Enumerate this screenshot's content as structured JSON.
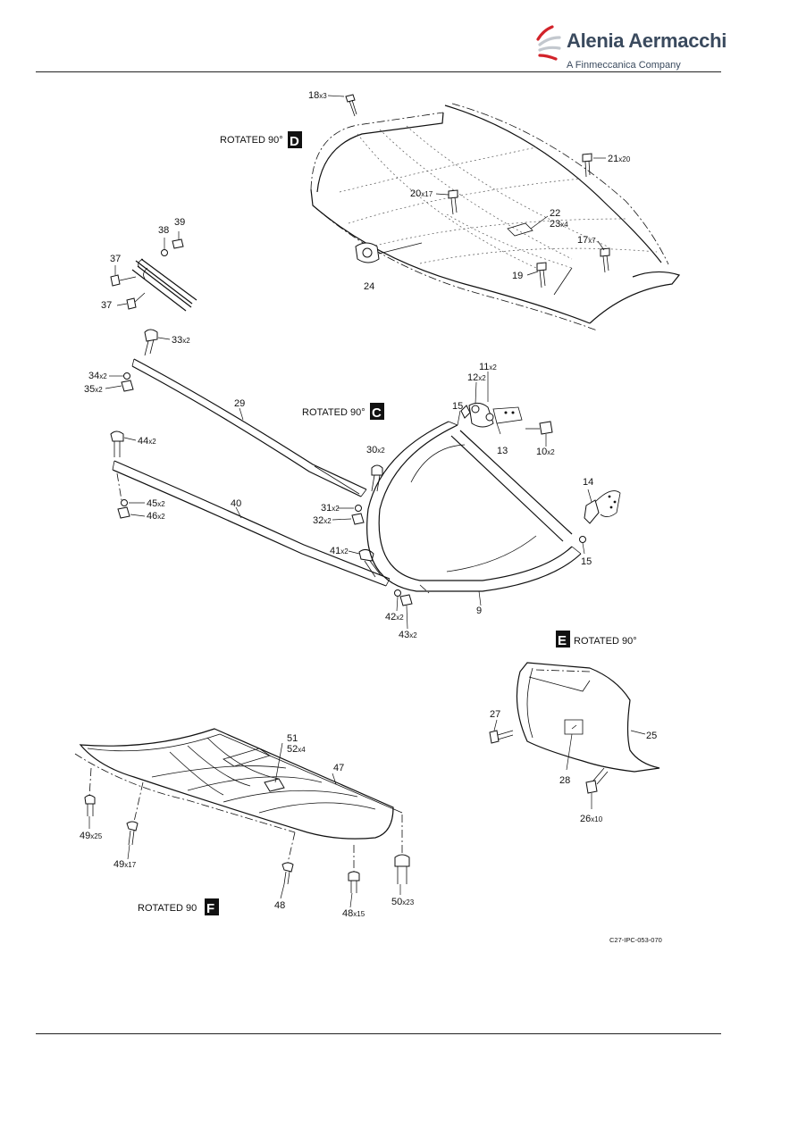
{
  "header": {
    "brand_name": "Alenia Aermacchi",
    "brand_subtitle": "A Finmeccanica Company"
  },
  "views": {
    "D": {
      "caption": "ROTATED 90°",
      "letter": "D"
    },
    "C": {
      "caption": "ROTATED 90°",
      "letter": "C"
    },
    "E": {
      "caption": "ROTATED 90°",
      "letter": "E"
    },
    "F": {
      "caption": "ROTATED 90",
      "letter": "F"
    }
  },
  "callouts": [
    {
      "num": "18",
      "qty": "x3"
    },
    {
      "num": "21",
      "qty": "x20"
    },
    {
      "num": "20",
      "qty": "x17"
    },
    {
      "num": "22",
      "qty": ""
    },
    {
      "num": "23",
      "qty": "x4"
    },
    {
      "num": "17",
      "qty": "x7"
    },
    {
      "num": "19",
      "qty": ""
    },
    {
      "num": "24",
      "qty": ""
    },
    {
      "num": "39",
      "qty": ""
    },
    {
      "num": "38",
      "qty": ""
    },
    {
      "num": "37",
      "qty": ""
    },
    {
      "num": "37",
      "qty": ""
    },
    {
      "num": "33",
      "qty": "x2"
    },
    {
      "num": "34",
      "qty": "x2"
    },
    {
      "num": "35",
      "qty": "x2"
    },
    {
      "num": "29",
      "qty": ""
    },
    {
      "num": "44",
      "qty": "x2"
    },
    {
      "num": "30",
      "qty": "x2"
    },
    {
      "num": "31",
      "qty": "x2"
    },
    {
      "num": "32",
      "qty": "x2"
    },
    {
      "num": "40",
      "qty": ""
    },
    {
      "num": "45",
      "qty": "x2"
    },
    {
      "num": "46",
      "qty": "x2"
    },
    {
      "num": "41",
      "qty": "x2"
    },
    {
      "num": "42",
      "qty": "x2"
    },
    {
      "num": "43",
      "qty": "x2"
    },
    {
      "num": "11",
      "qty": "x2"
    },
    {
      "num": "12",
      "qty": "x2"
    },
    {
      "num": "15",
      "qty": ""
    },
    {
      "num": "13",
      "qty": ""
    },
    {
      "num": "10",
      "qty": "x2"
    },
    {
      "num": "14",
      "qty": ""
    },
    {
      "num": "15",
      "qty": ""
    },
    {
      "num": "9",
      "qty": ""
    },
    {
      "num": "27",
      "qty": ""
    },
    {
      "num": "25",
      "qty": ""
    },
    {
      "num": "28",
      "qty": ""
    },
    {
      "num": "26",
      "qty": "x10"
    },
    {
      "num": "51",
      "qty": ""
    },
    {
      "num": "52",
      "qty": "x4"
    },
    {
      "num": "47",
      "qty": ""
    },
    {
      "num": "49",
      "qty": "x25"
    },
    {
      "num": "49",
      "qty": "x17"
    },
    {
      "num": "48",
      "qty": ""
    },
    {
      "num": "48",
      "qty": "x15"
    },
    {
      "num": "50",
      "qty": "x23"
    }
  ],
  "figure_ref": "C27-IPC-053-070"
}
